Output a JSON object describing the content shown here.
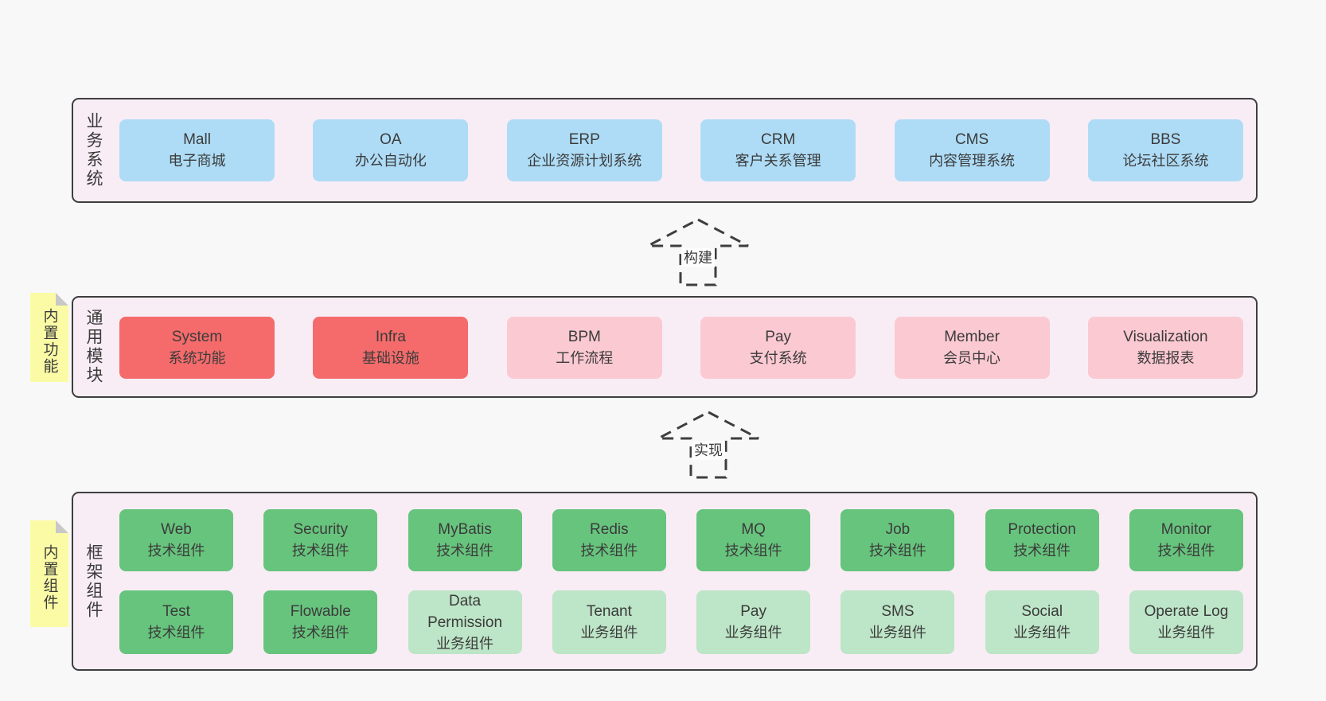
{
  "colors": {
    "page_bg": "#f8f8f8",
    "panel_bg": "#f8edf5",
    "panel_border": "#3e3e3e",
    "blue": "#aedcf6",
    "red": "#f56b6b",
    "pink": "#fbc9d2",
    "green": "#67c47d",
    "light_green": "#bde5c7",
    "sticky_yellow": "#fbfba6",
    "sticky_fold": "#c8c8c8",
    "text": "#3b3b3b"
  },
  "arrows": [
    {
      "label": "构建"
    },
    {
      "label": "实现"
    }
  ],
  "panels": [
    {
      "side_label": "业务系统",
      "rows": [
        [
          {
            "name": "Mall",
            "desc": "电子商城",
            "variant": "blue"
          },
          {
            "name": "OA",
            "desc": "办公自动化",
            "variant": "blue"
          },
          {
            "name": "ERP",
            "desc": "企业资源计划系统",
            "variant": "blue"
          },
          {
            "name": "CRM",
            "desc": "客户关系管理",
            "variant": "blue"
          },
          {
            "name": "CMS",
            "desc": "内容管理系统",
            "variant": "blue"
          },
          {
            "name": "BBS",
            "desc": "论坛社区系统",
            "variant": "blue"
          }
        ]
      ]
    },
    {
      "side_label": "通用模块",
      "sticky_label": "内置功能",
      "rows": [
        [
          {
            "name": "System",
            "desc": "系统功能",
            "variant": "red"
          },
          {
            "name": "Infra",
            "desc": "基础设施",
            "variant": "red"
          },
          {
            "name": "BPM",
            "desc": "工作流程",
            "variant": "pink"
          },
          {
            "name": "Pay",
            "desc": "支付系统",
            "variant": "pink"
          },
          {
            "name": "Member",
            "desc": "会员中心",
            "variant": "pink"
          },
          {
            "name": "Visualization",
            "desc": "数据报表",
            "variant": "pink"
          }
        ]
      ]
    },
    {
      "side_label": "框架组件",
      "sticky_label": "内置组件",
      "rows": [
        [
          {
            "name": "Web",
            "desc": "技术组件",
            "variant": "green"
          },
          {
            "name": "Security",
            "desc": "技术组件",
            "variant": "green"
          },
          {
            "name": "MyBatis",
            "desc": "技术组件",
            "variant": "green"
          },
          {
            "name": "Redis",
            "desc": "技术组件",
            "variant": "green"
          },
          {
            "name": "MQ",
            "desc": "技术组件",
            "variant": "green"
          },
          {
            "name": "Job",
            "desc": "技术组件",
            "variant": "green"
          },
          {
            "name": "Protection",
            "desc": "技术组件",
            "variant": "green"
          },
          {
            "name": "Monitor",
            "desc": "技术组件",
            "variant": "green"
          }
        ],
        [
          {
            "name": "Test",
            "desc": "技术组件",
            "variant": "green"
          },
          {
            "name": "Flowable",
            "desc": "技术组件",
            "variant": "green"
          },
          {
            "name": "Data Permission",
            "desc": "业务组件",
            "variant": "light-green"
          },
          {
            "name": "Tenant",
            "desc": "业务组件",
            "variant": "light-green"
          },
          {
            "name": "Pay",
            "desc": "业务组件",
            "variant": "light-green"
          },
          {
            "name": "SMS",
            "desc": "业务组件",
            "variant": "light-green"
          },
          {
            "name": "Social",
            "desc": "业务组件",
            "variant": "light-green"
          },
          {
            "name": "Operate Log",
            "desc": "业务组件",
            "variant": "light-green"
          }
        ]
      ]
    }
  ]
}
